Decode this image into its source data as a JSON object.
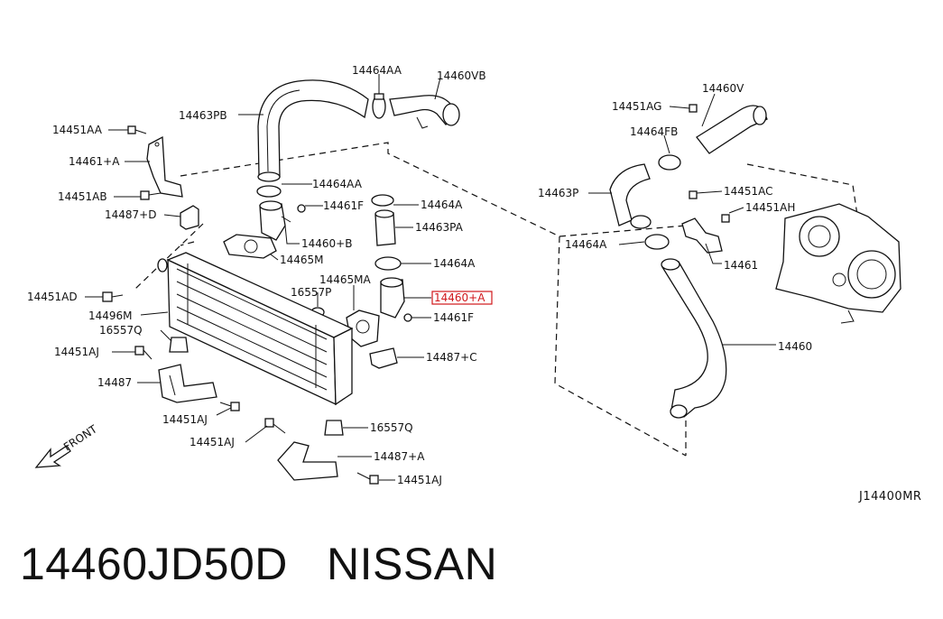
{
  "labels": {
    "l14464AA_top": "14464AA",
    "l14460VB": "14460VB",
    "l14463PB": "14463PB",
    "l14451AA": "14451AA",
    "l14461A": "14461+A",
    "l14451AB": "14451AB",
    "l14487D": "14487+D",
    "l14464AA_mid": "14464AA",
    "l14461F_top": "14461F",
    "l14464A_mid": "14464A",
    "l14463PA": "14463PA",
    "l14460B": "14460+B",
    "l14465M": "14465M",
    "l14464A_low": "14464A",
    "l14465MA": "14465MA",
    "l16557P": "16557P",
    "l14460A": "14460+A",
    "l14451AD": "14451AD",
    "l14496M": "14496M",
    "l14461F_low": "14461F",
    "l16557Q_left": "16557Q",
    "l14451AJ_a": "14451AJ",
    "l14487C": "14487+C",
    "l14487": "14487",
    "l14451AJ_b": "14451AJ",
    "l16557Q_low": "16557Q",
    "l14451AJ_c": "14451AJ",
    "l14487A": "14487+A",
    "l14451AJ_d": "14451AJ",
    "l14451AG": "14451AG",
    "l14460V": "14460V",
    "l14464FB": "14464FB",
    "l14463P": "14463P",
    "l14451AC": "14451AC",
    "l14451AH": "14451AH",
    "l14464A_right": "14464A",
    "l14461": "14461",
    "l14460": "14460",
    "front": "FRONT"
  },
  "highlight_color": "#d0171b",
  "drawing_code": "J14400MR",
  "caption": "14460JD50D   NISSAN"
}
